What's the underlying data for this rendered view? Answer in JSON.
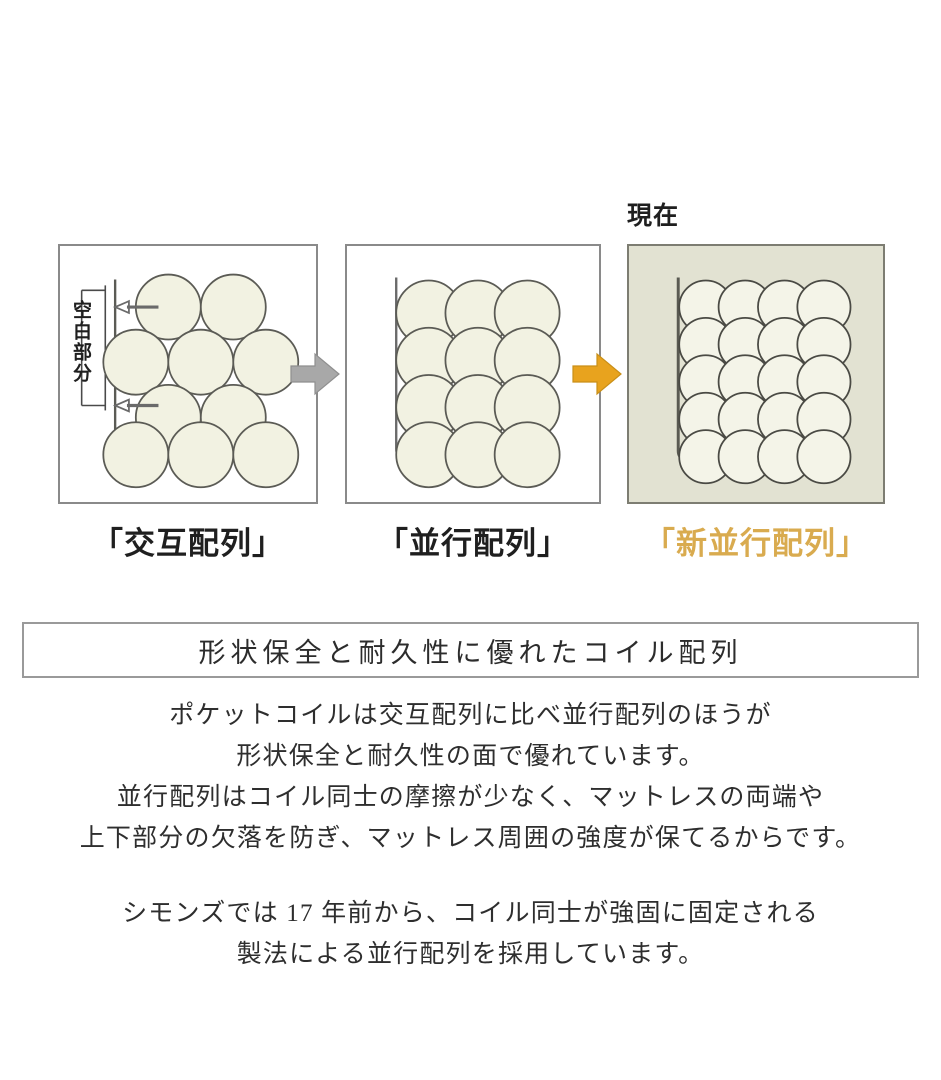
{
  "diagram": {
    "now_label": "現在",
    "blank_space_label": "空白部分",
    "panels": [
      {
        "id": "cross-arrangement",
        "caption": "「交互配列」",
        "arrangement": "staggered",
        "rows": [
          2,
          3,
          2,
          3
        ],
        "circle_fill": "#f2f2e2",
        "circle_stroke": "#5b5b55",
        "background": "#ffffff",
        "caption_color": "#1f1f1f"
      },
      {
        "id": "parallel-arrangement",
        "caption": "「並行配列」",
        "arrangement": "grid",
        "columns": 3,
        "rows_count": 4,
        "circle_fill": "#f2f2e2",
        "circle_stroke": "#5b5b55",
        "background": "#ffffff",
        "caption_color": "#1f1f1f"
      },
      {
        "id": "new-parallel-arrangement",
        "caption": "「新並行配列」",
        "arrangement": "grid",
        "columns": 4,
        "rows_count": 5,
        "circle_fill": "#f4f4e8",
        "circle_stroke": "#4a4a44",
        "background": "#e2e2d2",
        "caption_color": "#d9ab4f"
      }
    ],
    "arrows": [
      {
        "id": "arrow-1",
        "color": "#a8a8a8",
        "direction": "right"
      },
      {
        "id": "arrow-2",
        "color": "#e8a31e",
        "direction": "right"
      }
    ]
  },
  "headline": {
    "text": "形状保全と耐久性に優れたコイル配列"
  },
  "body": {
    "paragraphs": [
      {
        "lines": [
          "ポケットコイルは交互配列に比べ並行配列のほうが",
          "形状保全と耐久性の面で優れています。",
          "並行配列はコイル同士の摩擦が少なく、マットレスの両端や",
          "上下部分の欠落を防ぎ、マットレス周囲の強度が保てるからです。"
        ]
      },
      {
        "lines": [
          "シモンズでは 17 年前から、コイル同士が強固に固定される",
          "製法による並行配列を採用しています。"
        ]
      }
    ]
  }
}
